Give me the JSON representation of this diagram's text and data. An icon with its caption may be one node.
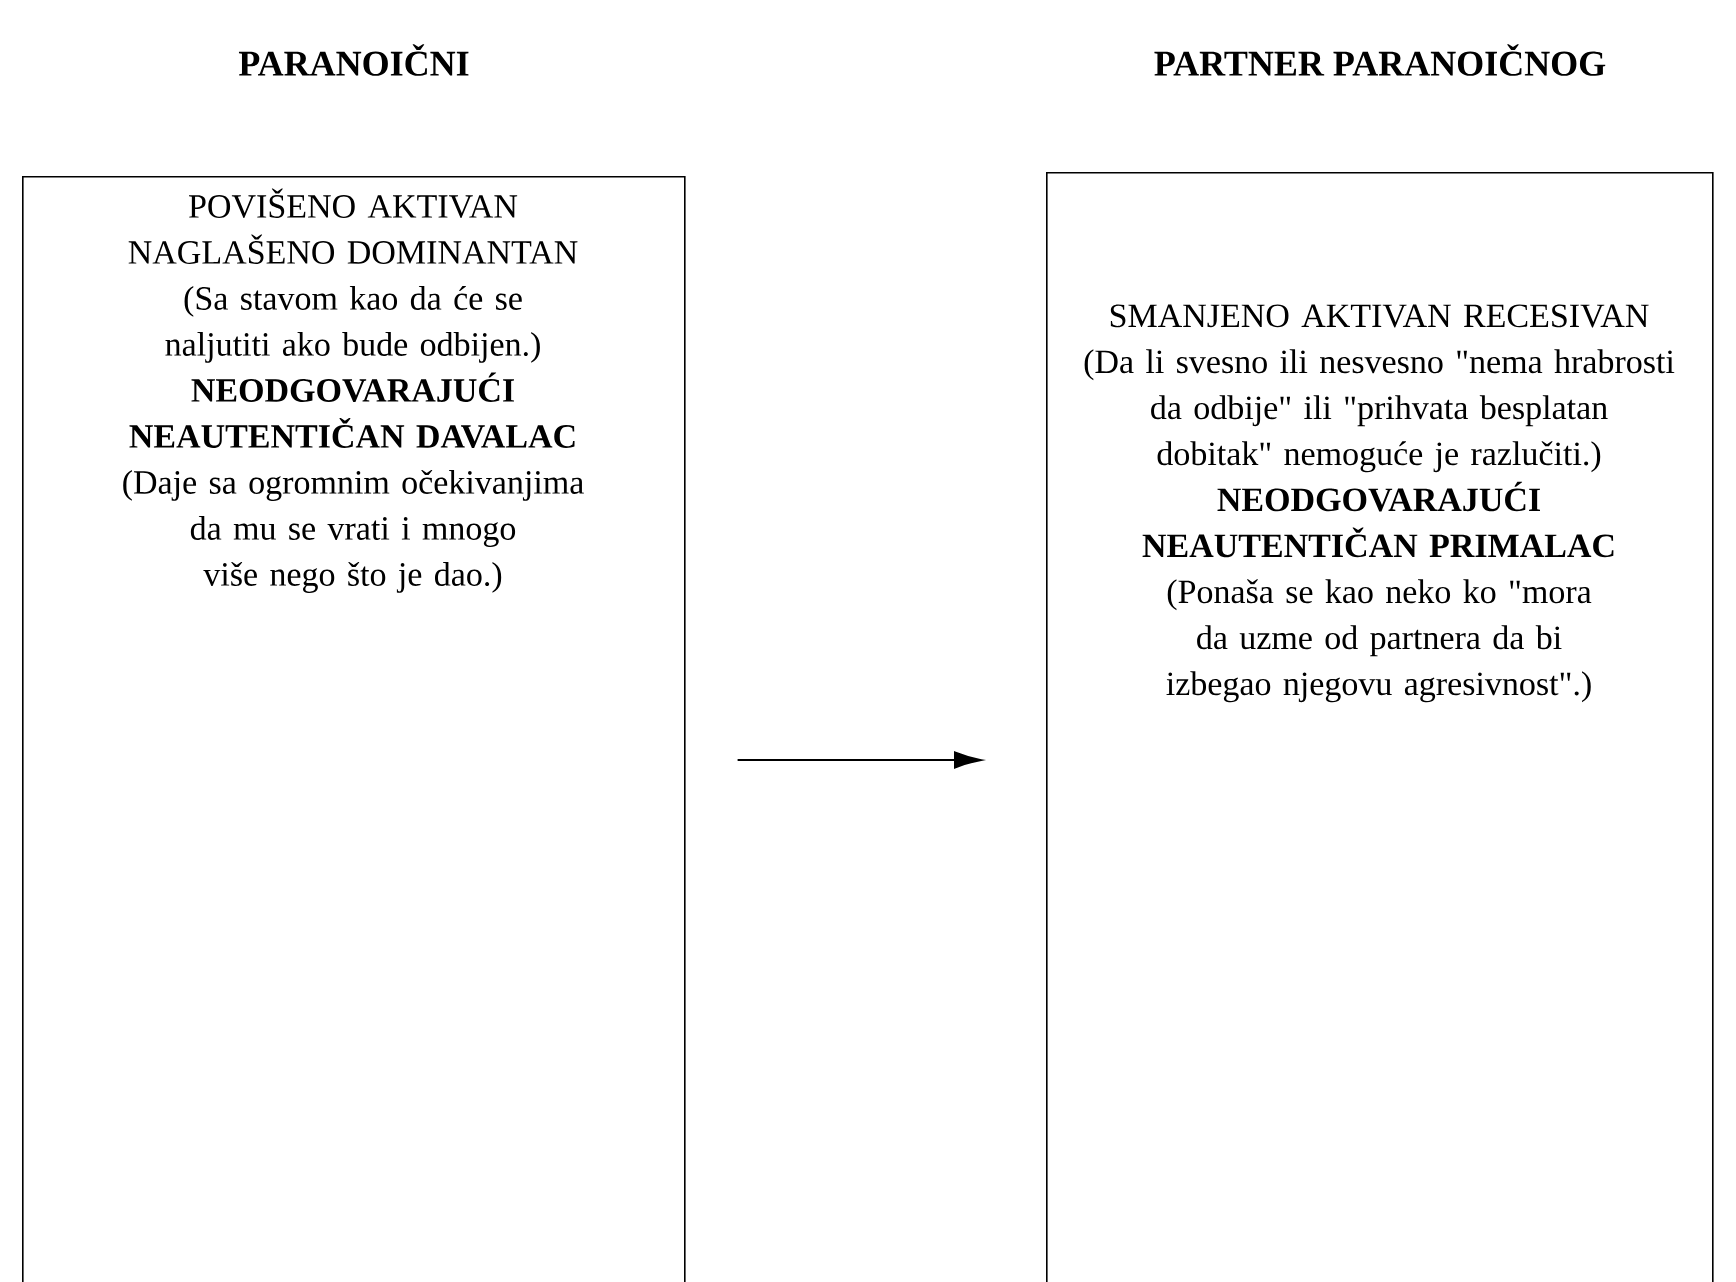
{
  "diagram": {
    "nodes": [
      {
        "text": [
          "PARANOIČNI",
          "POVIŠENO AKTIVAN NAGLAŠENO DOMINANTAN",
          "(Sa stavom kao da će se naljutiti ako bude odbijen.)",
          "NEODGOVARAJUĆI NEAUTENTIČAN DAVALAC",
          "(Daje sa ogromnim očekivanjima da mu se vrati i mnogo više nego što je dao.)"
        ]
      },
      {
        "text": [
          "PARTNER PARANOIČNOG",
          "SMANJENO AKTIVAN RECESIVAN",
          "(Da li svesno ili nesvesno \"nema hrabrosti da odbije\" ili \"prihvata besplatan dobitak\" nemoguće je razlučiti.)",
          "NEODGOVARAJUĆI NEAUTENTIČAN PRIMALAC",
          "(Ponaša se kao neko ko \"mora da uzme od partnera da bi izbegao njegovu agresivnost\".)"
        ]
      }
    ],
    "edges": [
      {
        "from": 0,
        "to": 1,
        "arrow": "to"
      }
    ]
  }
}
